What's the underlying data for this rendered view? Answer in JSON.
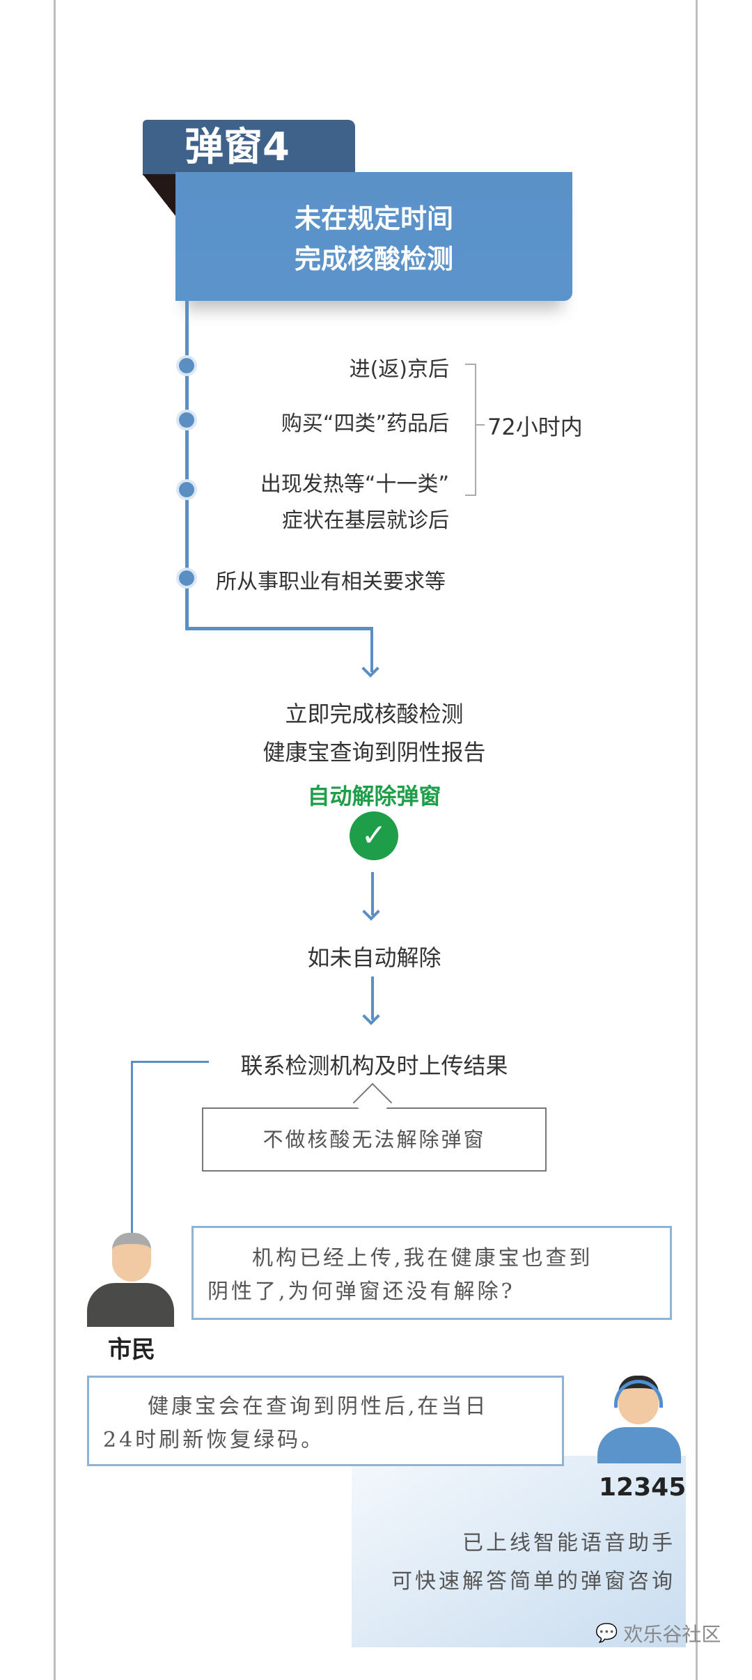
{
  "header": {
    "tab_title": "弹窗4",
    "title_lines": [
      "未在规定时间",
      "完成核酸检测"
    ]
  },
  "conditions": {
    "items": [
      "进(返)京后",
      "购买“四类”药品后",
      "出现发热等“十一类”",
      "症状在基层就诊后",
      "所从事职业有相关要求等"
    ],
    "time_limit": "72小时内"
  },
  "flow": {
    "step1": "立即完成核酸检测",
    "step2": "健康宝查询到阴性报告",
    "auto_release": "自动解除弹窗",
    "check_symbol": "✓",
    "if_not": "如未自动解除",
    "contact": "联系检测机构及时上传结果",
    "note": "不做核酸无法解除弹窗"
  },
  "dialog": {
    "citizen_label": "市民",
    "citizen_text_lines": [
      "机构已经上传,我在健康宝也查到",
      "阴性了,为何弹窗还没有解除?"
    ],
    "hotline_label": "12345",
    "hotline_text_lines": [
      "健康宝会在查询到阴性后,在当日",
      "24时刷新恢复绿码。"
    ],
    "assistant_lines": [
      "已上线智能语音助手",
      "可快速解答简单的弹窗咨询"
    ]
  },
  "watermark": "欢乐谷社区",
  "colors": {
    "tab": "#3f628a",
    "box": "#5b93c9",
    "line": "#5b8fc4",
    "green": "#1f9e4a"
  }
}
